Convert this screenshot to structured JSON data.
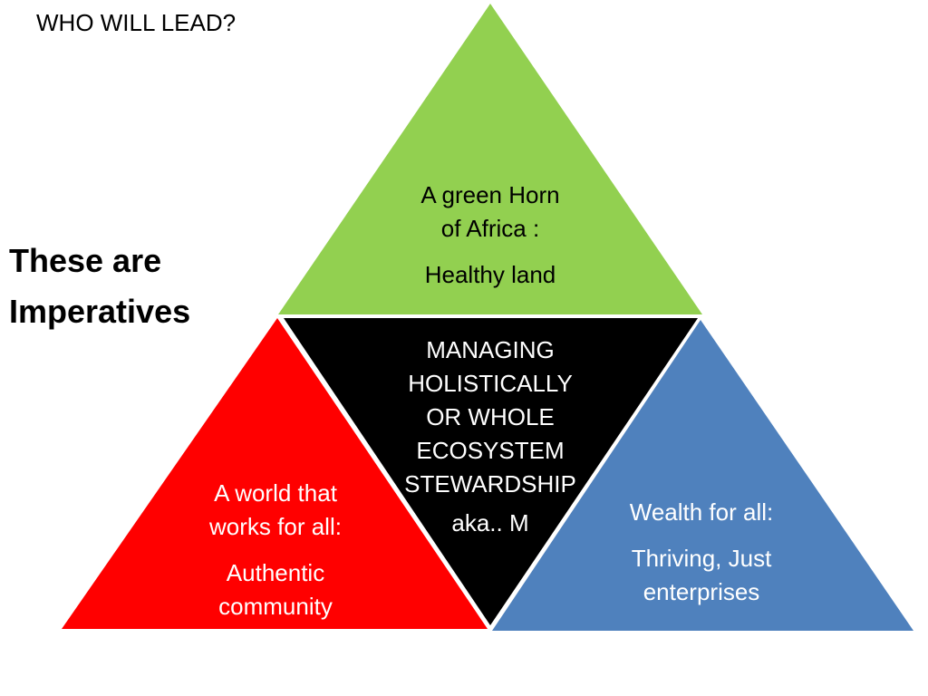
{
  "title": "WHO WILL LEAD?",
  "side_label": [
    "These are",
    "Imperatives"
  ],
  "colors": {
    "green": "#92d050",
    "red": "#ff0000",
    "black": "#000000",
    "blue": "#4f81bd"
  },
  "top_triangle": {
    "heading": [
      "A green Horn",
      "of Africa :"
    ],
    "sub": "Healthy land"
  },
  "center_triangle": {
    "lines": [
      "MANAGING",
      "HOLISTICALLY",
      "OR WHOLE",
      "ECOSYSTEM",
      "STEWARDSHIP"
    ],
    "sub": "aka.. M"
  },
  "left_triangle": {
    "heading": [
      "A world that",
      "works for all:"
    ],
    "sub": [
      "Authentic",
      "community"
    ]
  },
  "right_triangle": {
    "heading": "Wealth for all:",
    "sub": [
      "Thriving, Just",
      "enterprises"
    ]
  }
}
